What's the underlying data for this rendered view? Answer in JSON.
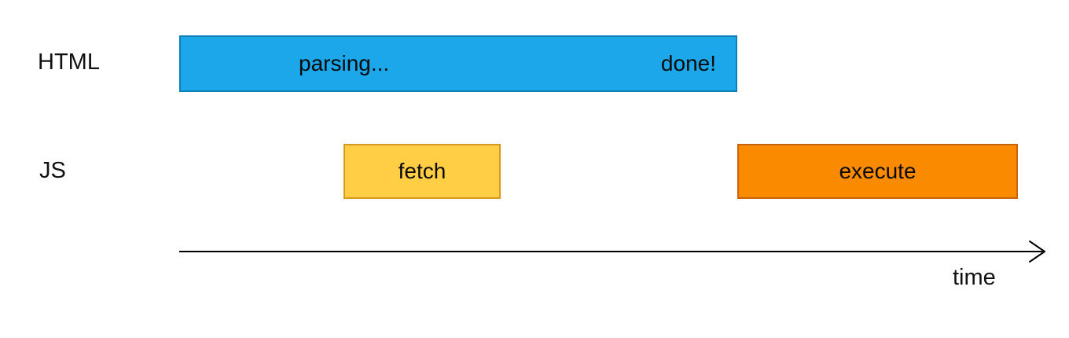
{
  "diagram": {
    "rows": [
      {
        "label": "HTML",
        "bar": {
          "start_text": "parsing...",
          "end_text": "done!",
          "fill": "#1BA7E9",
          "border": "#0E82B8"
        }
      },
      {
        "label": "JS",
        "bars": [
          {
            "label": "fetch",
            "fill": "#FFCE45",
            "border": "#D79A1E"
          },
          {
            "label": "execute",
            "fill": "#FA8A00",
            "border": "#C9630A"
          }
        ]
      }
    ],
    "axis": {
      "label": "time",
      "color": "#000000"
    }
  }
}
